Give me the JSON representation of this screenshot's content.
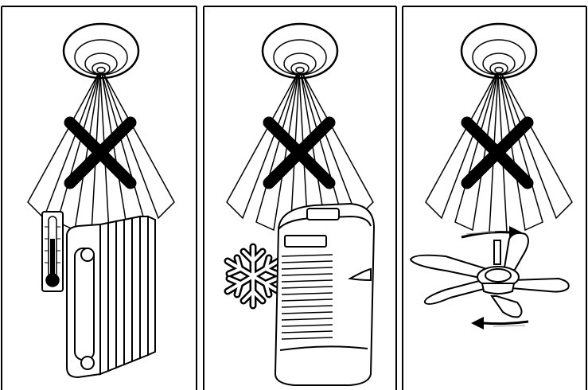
{
  "diagram": {
    "panels": [
      {
        "id": "panel-1",
        "subject": "radiator-with-thermometer",
        "mark": "prohibited-x-icon"
      },
      {
        "id": "panel-2",
        "subject": "air-conditioner-with-snowflake",
        "mark": "prohibited-x-icon"
      },
      {
        "id": "panel-3",
        "subject": "ceiling-fan-with-airflow-arrows",
        "mark": "prohibited-x-icon"
      }
    ],
    "colors": {
      "line": "#000000",
      "background": "#ffffff",
      "mercury": "#000000"
    }
  }
}
